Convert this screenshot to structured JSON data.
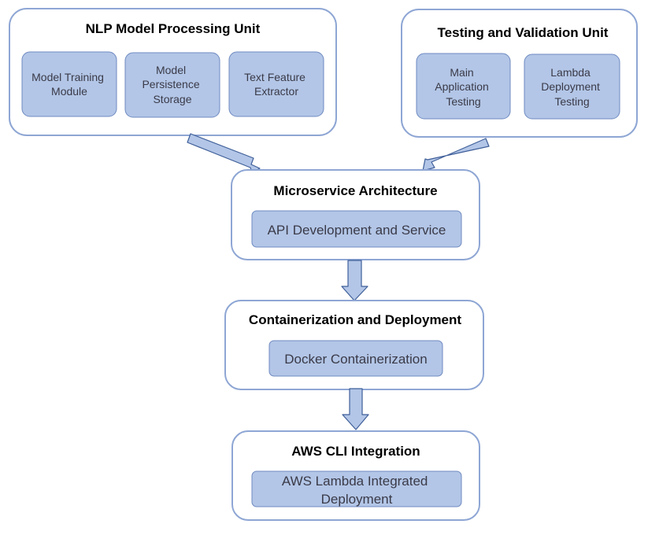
{
  "colors": {
    "group_border": "#8ea6d4",
    "inner_fill": "#b3c6e7",
    "inner_border": "#6f8ac0",
    "arrow_fill": "#b3c6e7",
    "arrow_stroke": "#3f5f99"
  },
  "nlp_unit": {
    "title": "NLP Model Processing Unit",
    "modules": [
      {
        "lines": [
          "Model Training",
          "Module"
        ]
      },
      {
        "lines": [
          "Model",
          "Persistence",
          "Storage"
        ]
      },
      {
        "lines": [
          "Text Feature",
          "Extractor"
        ]
      }
    ]
  },
  "testing_unit": {
    "title": "Testing and Validation Unit",
    "modules": [
      {
        "lines": [
          "Main",
          "Application",
          "Testing"
        ]
      },
      {
        "lines": [
          "Lambda",
          "Deployment",
          "Testing"
        ]
      }
    ]
  },
  "microservice": {
    "title": "Microservice Architecture",
    "module": {
      "lines": [
        "API Development and Service"
      ]
    }
  },
  "containerization": {
    "title": "Containerization and Deployment",
    "module": {
      "lines": [
        "Docker Containerization"
      ]
    }
  },
  "aws": {
    "title": "AWS CLI Integration",
    "module": {
      "lines": [
        "AWS Lambda Integrated",
        "Deployment"
      ]
    }
  }
}
